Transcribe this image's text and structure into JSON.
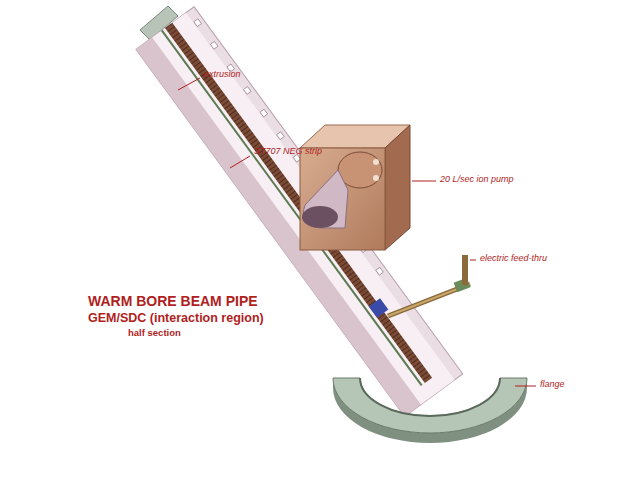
{
  "diagram": {
    "title": "WARM BORE BEAM PIPE",
    "labels": [
      "GEM/SDC (interaction region)",
      "half section",
      "extrusion",
      "ST707 NEG strip",
      "20 L/sec ion pump",
      "electric feed-thru",
      "flange"
    ]
  }
}
